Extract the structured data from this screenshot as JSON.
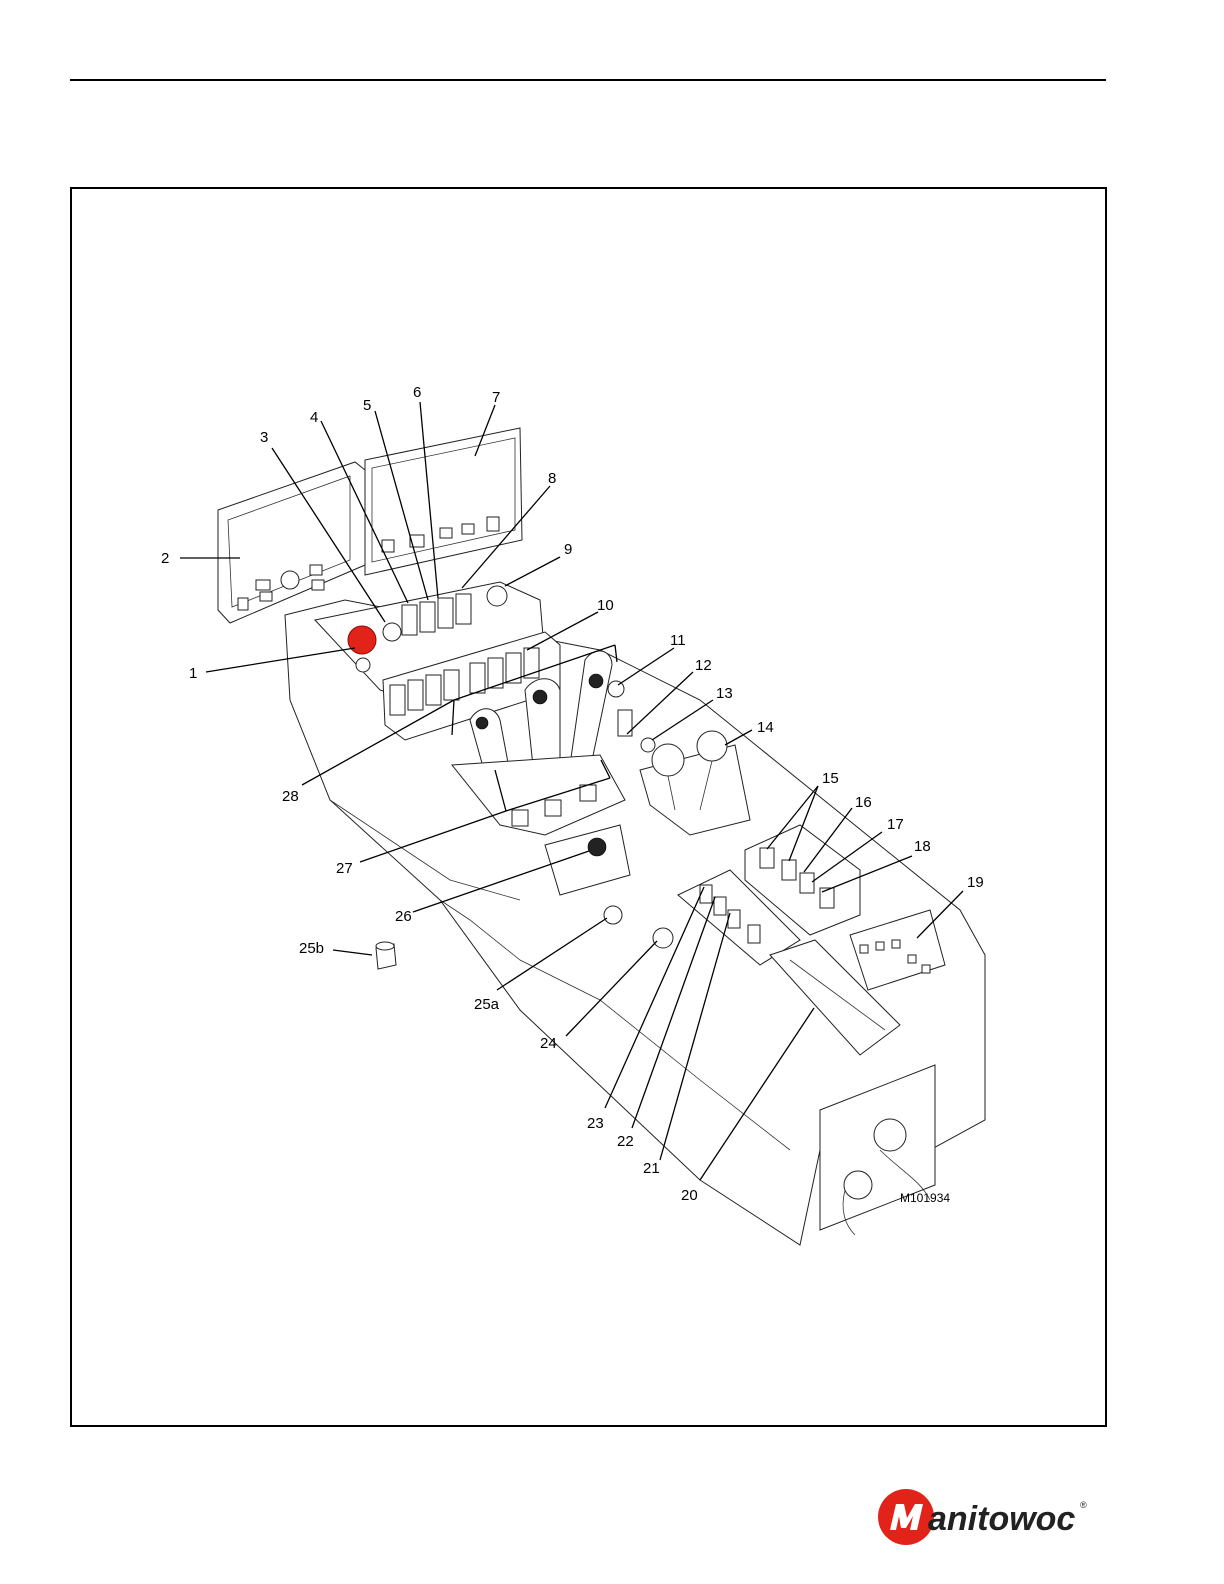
{
  "figure": {
    "id": "M101934",
    "callouts": [
      {
        "label": "1"
      },
      {
        "label": "2"
      },
      {
        "label": "3"
      },
      {
        "label": "4"
      },
      {
        "label": "5"
      },
      {
        "label": "6"
      },
      {
        "label": "7"
      },
      {
        "label": "8"
      },
      {
        "label": "9"
      },
      {
        "label": "10"
      },
      {
        "label": "11"
      },
      {
        "label": "12"
      },
      {
        "label": "13"
      },
      {
        "label": "14"
      },
      {
        "label": "15"
      },
      {
        "label": "16"
      },
      {
        "label": "17"
      },
      {
        "label": "18"
      },
      {
        "label": "19"
      },
      {
        "label": "20"
      },
      {
        "label": "21"
      },
      {
        "label": "22"
      },
      {
        "label": "23"
      },
      {
        "label": "24"
      },
      {
        "label": "25a"
      },
      {
        "label": "25b"
      },
      {
        "label": "26"
      },
      {
        "label": "27"
      },
      {
        "label": "28"
      }
    ]
  },
  "brand": {
    "name": "Manitowoc",
    "registered_mark": "®",
    "logo_color": "#e2231a"
  }
}
